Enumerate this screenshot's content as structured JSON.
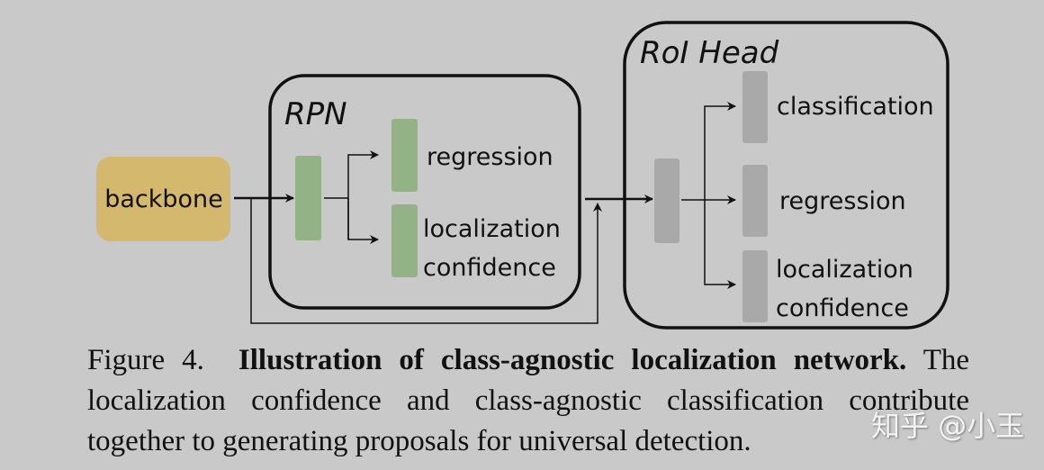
{
  "diagram": {
    "backbone": {
      "label": "backbone",
      "color": "#d3b86e"
    },
    "rpn": {
      "title": "RPN",
      "block_color": "#93b285",
      "outputs": [
        {
          "label": "regression"
        },
        {
          "label_line1": "localization",
          "label_line2": "confidence"
        }
      ]
    },
    "roi_head": {
      "title": "RoI Head",
      "block_color": "#a9a9a9",
      "outputs": [
        {
          "label": "classification"
        },
        {
          "label": "regression"
        },
        {
          "label_line1": "localization",
          "label_line2": "confidence"
        }
      ]
    }
  },
  "caption": {
    "figure_label": "Figure 4.",
    "bold_title": "Illustration of class-agnostic localization network.",
    "body": "The localization confidence and class-agnostic classification contribute together to generating proposals for universal detection."
  },
  "watermark": "知乎 @小玉"
}
